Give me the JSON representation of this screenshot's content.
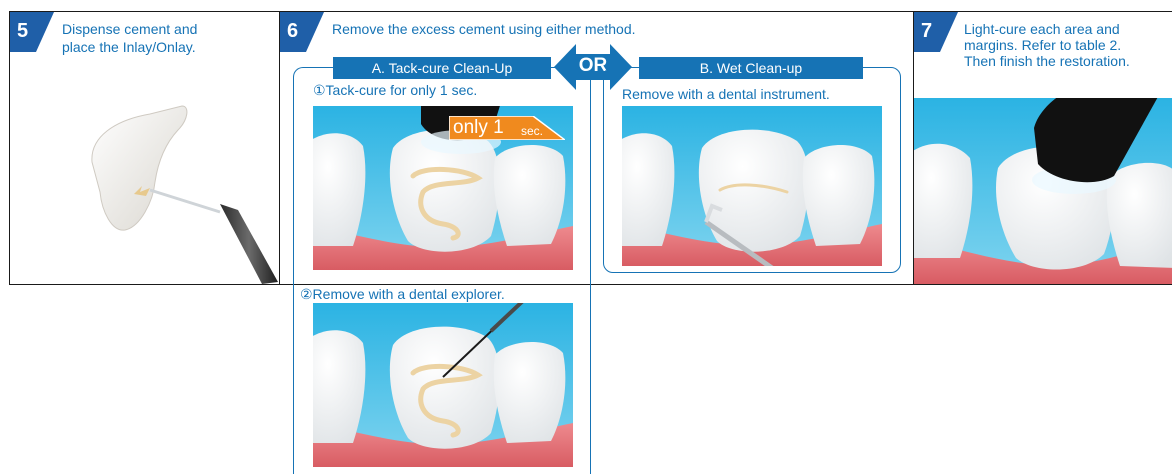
{
  "step5": {
    "number": "5",
    "title_line1": "Dispense cement and",
    "title_line2": "place the Inlay/Onlay."
  },
  "step6": {
    "number": "6",
    "title": "Remove the excess cement using either method.",
    "option_a": {
      "label": "A. Tack-cure Clean-Up",
      "substep1": "①Tack-cure for only 1 sec.",
      "callout_main": "only 1",
      "callout_unit": "sec.",
      "substep2": "②Remove with a dental explorer."
    },
    "or_label": "OR",
    "option_b": {
      "label": "B. Wet Clean-up",
      "caption": "Remove with a dental instrument."
    }
  },
  "step7": {
    "number": "7",
    "title_line1": "Light-cure each area and",
    "title_line2": "margins. Refer to table 2.",
    "title_line3": "Then finish the restoration."
  },
  "colors": {
    "brand_blue": "#1673b5",
    "step_badge": "#1f5fa8",
    "callout_orange": "#f08a1e",
    "sky": "#2eb8e6",
    "gum": "#e36b70"
  },
  "icons": [
    "step-number-badge",
    "or-double-arrow",
    "light-cure-tip",
    "dental-explorer",
    "dental-instrument",
    "cement-syringe"
  ]
}
